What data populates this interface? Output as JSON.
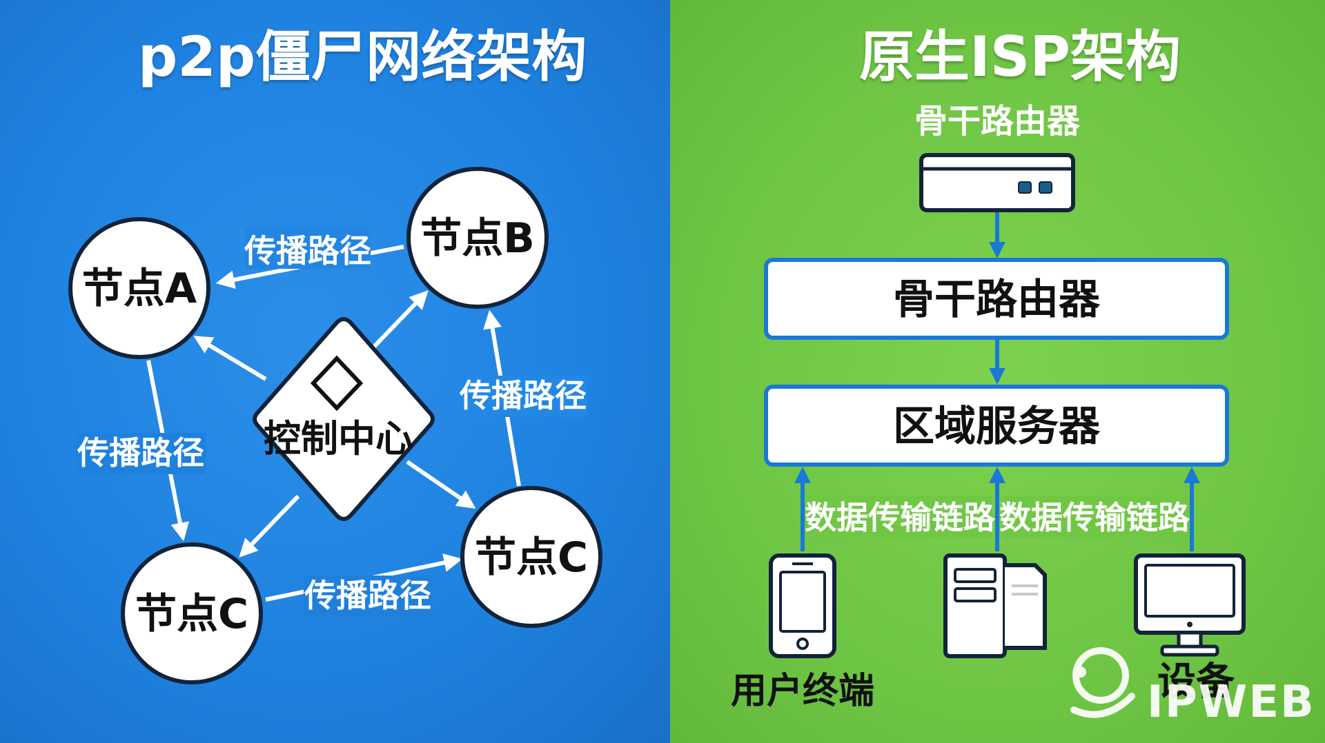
{
  "left": {
    "title": "p2p僵尸网络架构",
    "control_center": "控制中心",
    "nodes": [
      "节点A",
      "节点B",
      "节点C",
      "节点C"
    ],
    "edge_label": "传播路径"
  },
  "right": {
    "title": "原生ISP架构",
    "top_router_label": "骨干路由器",
    "backbone_box": "骨干路由器",
    "regional_box": "区域服务器",
    "link_label": "数据传输链路",
    "user_terminal": "用户终端",
    "device": "设备"
  },
  "watermark": "IPWEB",
  "colors": {
    "left_bg": "#1f82e0",
    "right_bg": "#6fc644",
    "arrow_blue": "#1a78d6",
    "box_border": "#1a78d6"
  }
}
